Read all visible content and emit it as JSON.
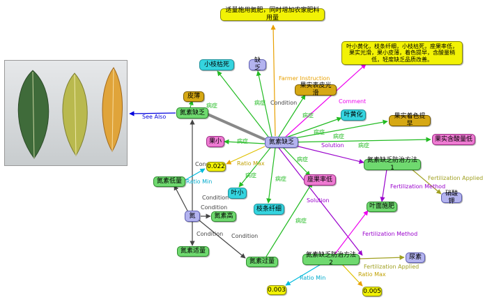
{
  "nodes": {
    "center": "氮素缺乏",
    "n_yellow_top": "适量施用氮肥，同时增加农家肥料用量",
    "n_xiaozhi": "小枝枯死",
    "n_quefa": "缺乏",
    "n_guoshi_biaopi": "果实表皮光滑",
    "n_comment": "叶小黄化，枝条纤细，小枝枯死，座果率低，果实光滑，果小皮薄，着色提早，含酸量稍低，轻度缺乏品质改善。",
    "n_huanghua": "叶黄化",
    "n_zhuose": "果实着色提早",
    "n_hansuan": "果实含酸量低",
    "n_pibo": "皮薄",
    "n_leaf_def": "氮素缺乏",
    "n_guoxiao": "果小",
    "n_0022": "0.022",
    "n_fangzhi1": "氮素缺乏防治方法1",
    "n_dandi": "氮素低量",
    "n_yexiao": "叶小",
    "n_zhitiao": "枝条纤细",
    "n_zuoguo": "座果率低",
    "n_xiaosuanjia": "硝酸钾",
    "n_dan": "氮",
    "n_dangao": "氮素高",
    "n_yemian": "叶面施肥",
    "n_shiliang": "氮素适量",
    "n_guoliang": "氮素过量",
    "n_fangzhi2": "氮素缺乏防治方法2",
    "n_niaosu": "尿素",
    "n_0003": "0.003",
    "n_0005": "0.005"
  },
  "edge_labels": {
    "farmer": "Farmer Instruction",
    "comment": "Comment",
    "see_also": "See Also",
    "solution": "Solution",
    "fert_applied": "Fertilization Applied",
    "fert_method": "Fertilization Method",
    "ratio_max": "Ratio Max",
    "ratio_min": "Ratio Min",
    "condition": "Condition",
    "bingzheng": "病症"
  },
  "colors": {
    "green_edge": "#22bb22",
    "pink_edge": "#ee00ee",
    "purple_edge": "#9900cc",
    "orange_edge": "#e8a000",
    "blue_edge": "#0000dd",
    "gray_edge": "#444444",
    "olive_edge": "#a0a020",
    "cyan_edge": "#00bbdd"
  }
}
